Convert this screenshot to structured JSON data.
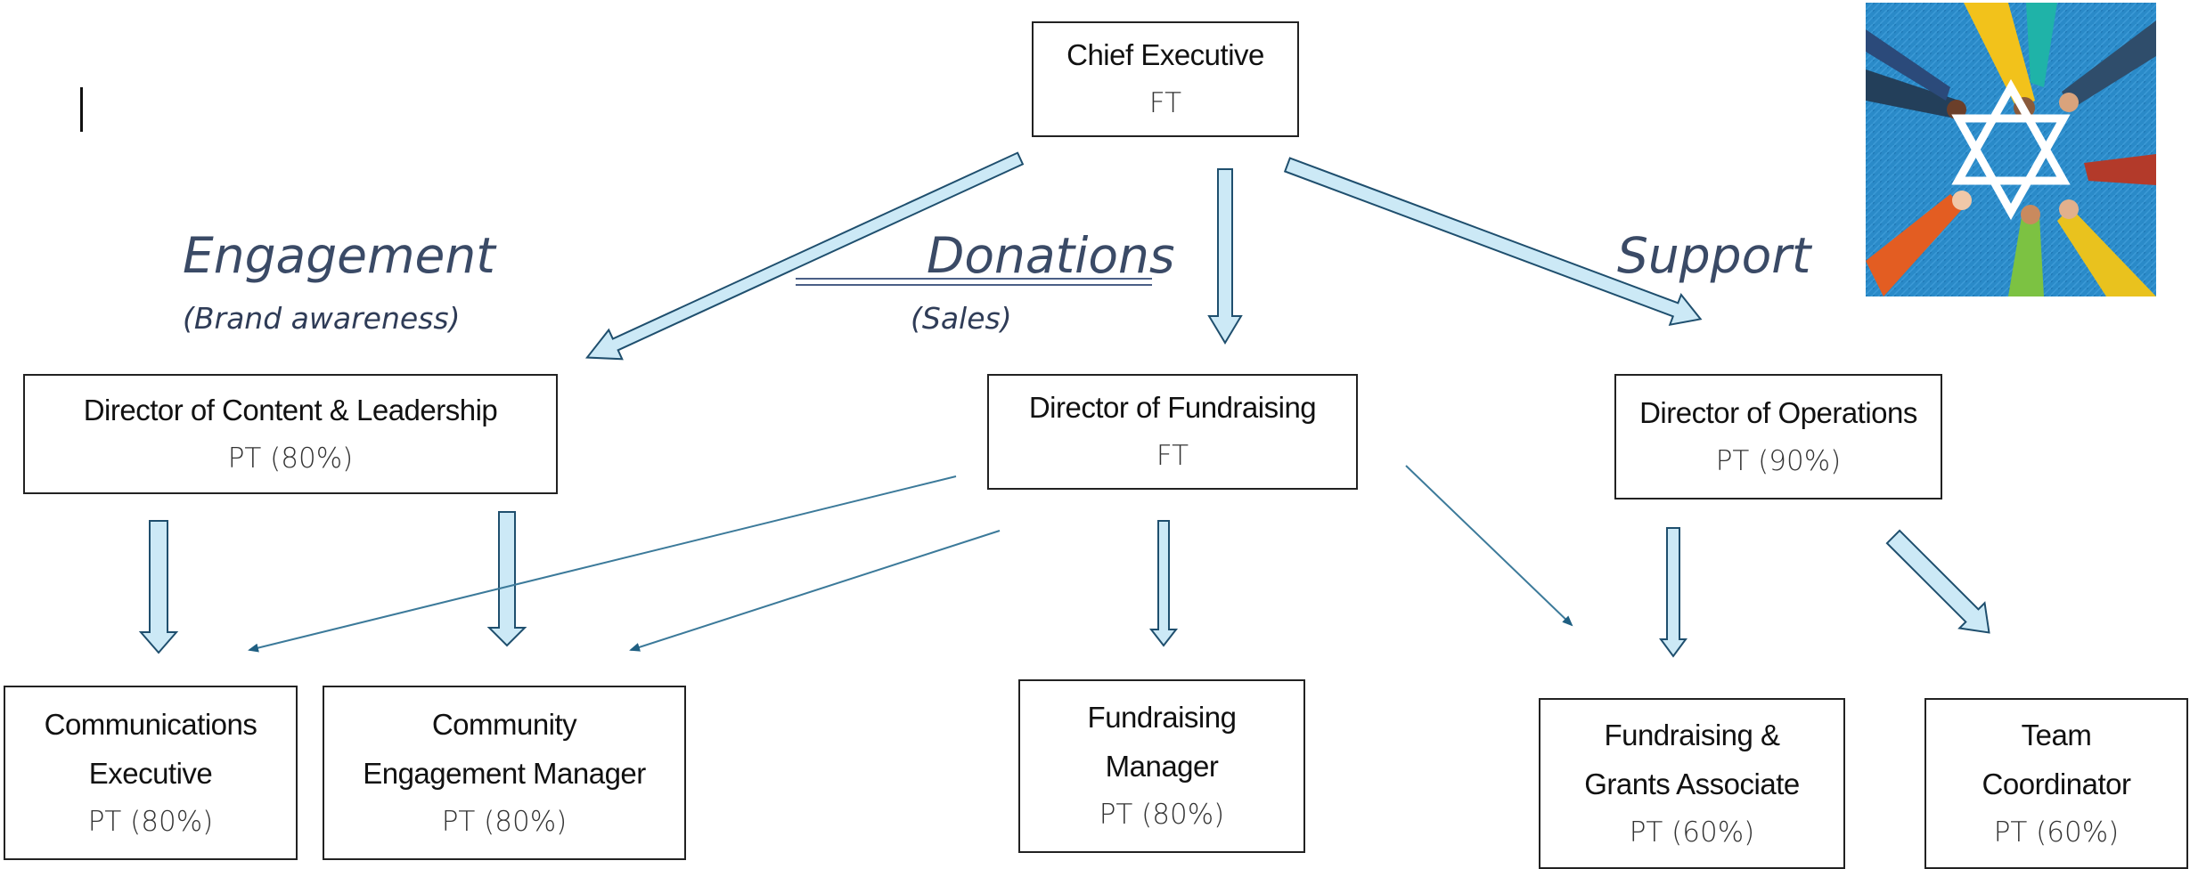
{
  "colors": {
    "arrow_fill": "#cce9f6",
    "arrow_stroke": "#1f4f6e",
    "thin_arrow": "#3c7a9a",
    "section_text": "#3a4a66",
    "logo_background": "#2a8ac8"
  },
  "sections": {
    "engagement": {
      "title": "Engagement",
      "subtitle": "(Brand awareness)"
    },
    "donations": {
      "title": "Donations",
      "subtitle": "(Sales)"
    },
    "support": {
      "title": "Support"
    }
  },
  "boxes": {
    "chief_executive": {
      "title": "Chief Executive",
      "fte": "FT"
    },
    "director_content": {
      "title": "Director of Content & Leadership",
      "fte": "PT (80%)"
    },
    "director_fundraising": {
      "title": "Director of Fundraising",
      "fte": "FT"
    },
    "director_operations": {
      "title": "Director of Operations",
      "fte": "PT (90%)"
    },
    "communications_executive": {
      "title_line1": "Communications",
      "title_line2": "Executive",
      "fte": "PT (80%)"
    },
    "community_engagement_manager": {
      "title_line1": "Community",
      "title_line2": "Engagement Manager",
      "fte": "PT (80%)"
    },
    "fundraising_manager": {
      "title_line1": "Fundraising",
      "title_line2": "Manager",
      "fte": "PT (80%)"
    },
    "fundraising_grants_associate": {
      "title_line1": "Fundraising &",
      "title_line2": "Grants Associate",
      "fte": "PT (60%)"
    },
    "team_coordinator": {
      "title_line1": "Team",
      "title_line2": "Coordinator",
      "fte": "PT (60%)"
    }
  },
  "logo": {
    "icon": "star-of-david-hands-logo"
  }
}
